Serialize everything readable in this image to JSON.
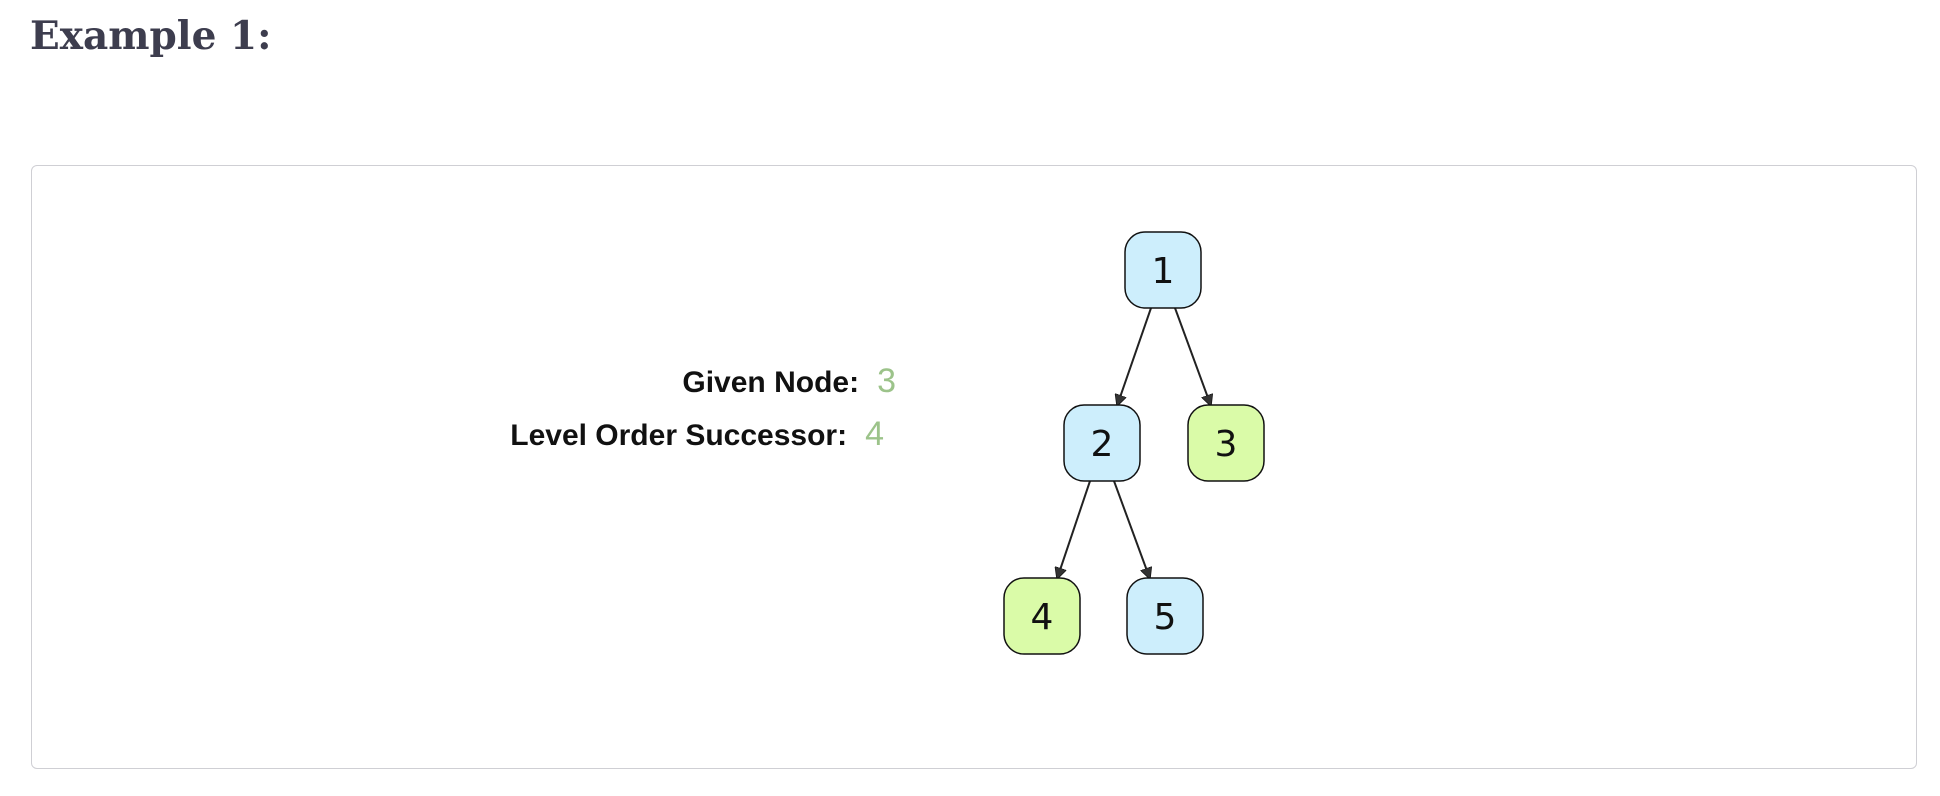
{
  "heading": "Example 1:",
  "info": {
    "given_label": "Given Node:",
    "given_value": "3",
    "successor_label": "Level Order Successor:",
    "successor_value": "4"
  },
  "colors": {
    "node_default": "#cdeefc",
    "node_highlight": "#dafba8",
    "value_text": "#9cc38a",
    "edge": "#222222"
  },
  "tree": {
    "nodes": [
      {
        "id": "1",
        "label": "1",
        "highlight": false
      },
      {
        "id": "2",
        "label": "2",
        "highlight": false
      },
      {
        "id": "3",
        "label": "3",
        "highlight": true
      },
      {
        "id": "4",
        "label": "4",
        "highlight": true
      },
      {
        "id": "5",
        "label": "5",
        "highlight": false
      }
    ],
    "edges": [
      {
        "from": "1",
        "to": "2"
      },
      {
        "from": "1",
        "to": "3"
      },
      {
        "from": "2",
        "to": "4"
      },
      {
        "from": "2",
        "to": "5"
      }
    ]
  }
}
